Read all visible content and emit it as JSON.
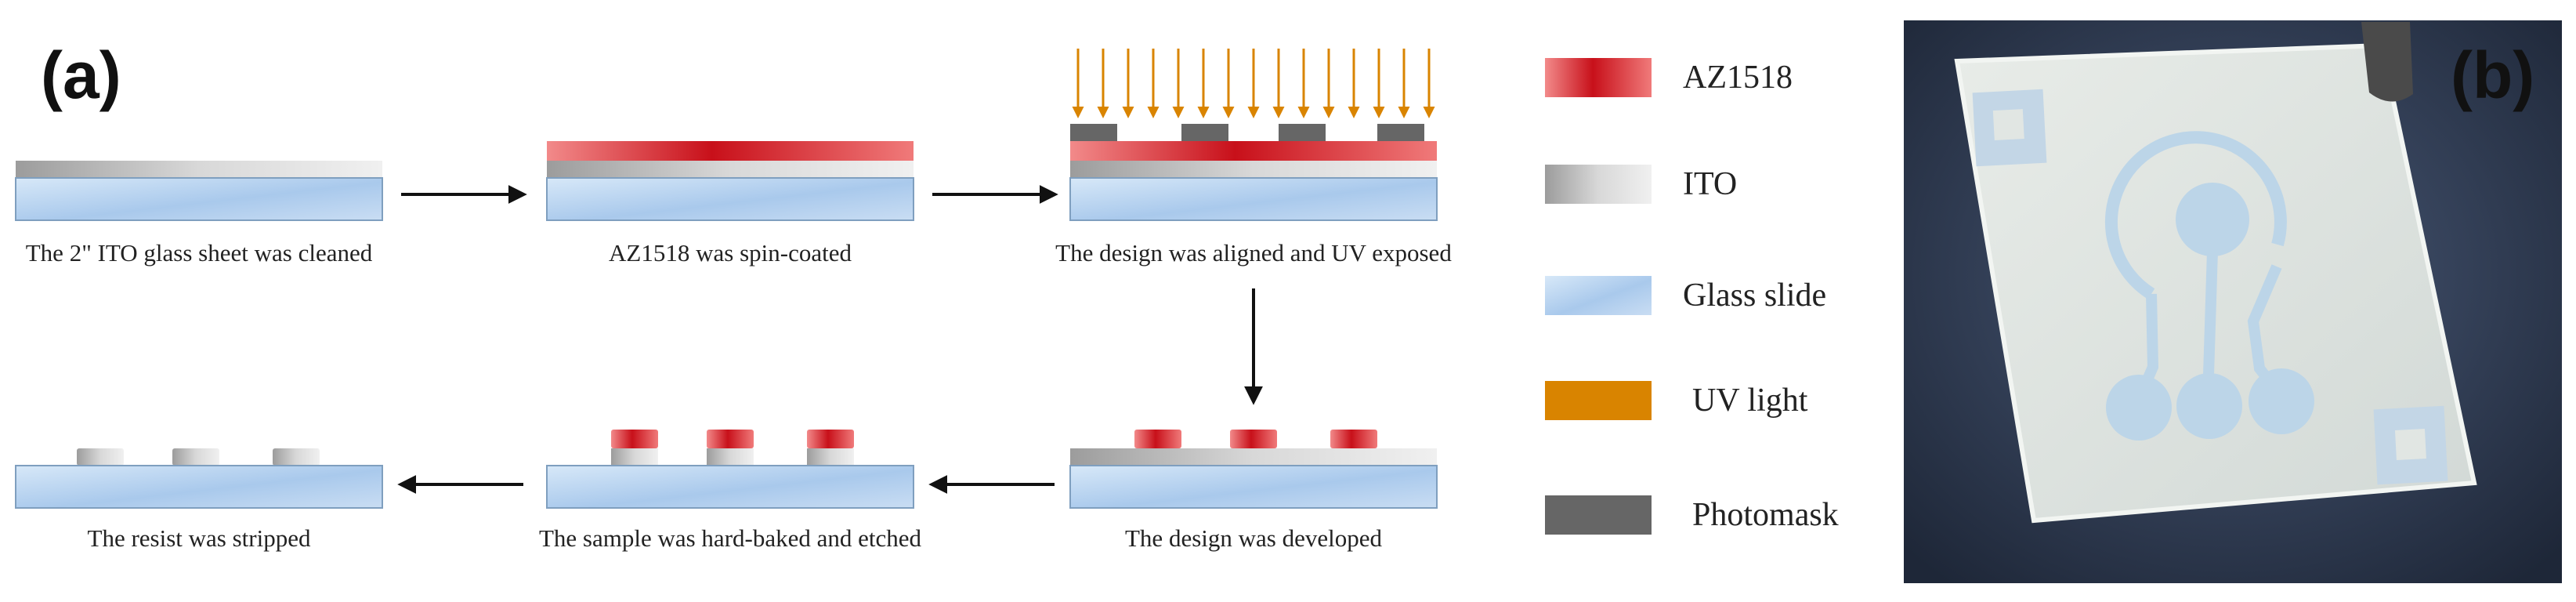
{
  "panel_labels": {
    "a": "(a)",
    "b": "(b)"
  },
  "steps": [
    {
      "caption": "The 2\" ITO glass sheet was cleaned"
    },
    {
      "caption": "AZ1518 was spin-coated"
    },
    {
      "caption": "The design was aligned and UV exposed"
    },
    {
      "caption": "The design was developed"
    },
    {
      "caption": "The sample was hard-baked and etched"
    },
    {
      "caption": "The resist was stripped"
    }
  ],
  "legend": [
    {
      "label": "AZ1518",
      "swatch": "az1518"
    },
    {
      "label": "ITO",
      "swatch": "ito"
    },
    {
      "label": "Glass slide",
      "swatch": "glass"
    },
    {
      "label": "UV light",
      "swatch": "uv"
    },
    {
      "label": "Photomask",
      "swatch": "photomask"
    }
  ],
  "colors": {
    "az1518": "#e0202a",
    "ito": "#c8c8c8",
    "glass": "#b8d4f0",
    "uv": "#d98400",
    "photomask": "#666666",
    "arrow": "#111111",
    "photo_background": "#2f3d56",
    "device_glass": "#d9e0dc",
    "electrode": "#bcd5e8"
  }
}
